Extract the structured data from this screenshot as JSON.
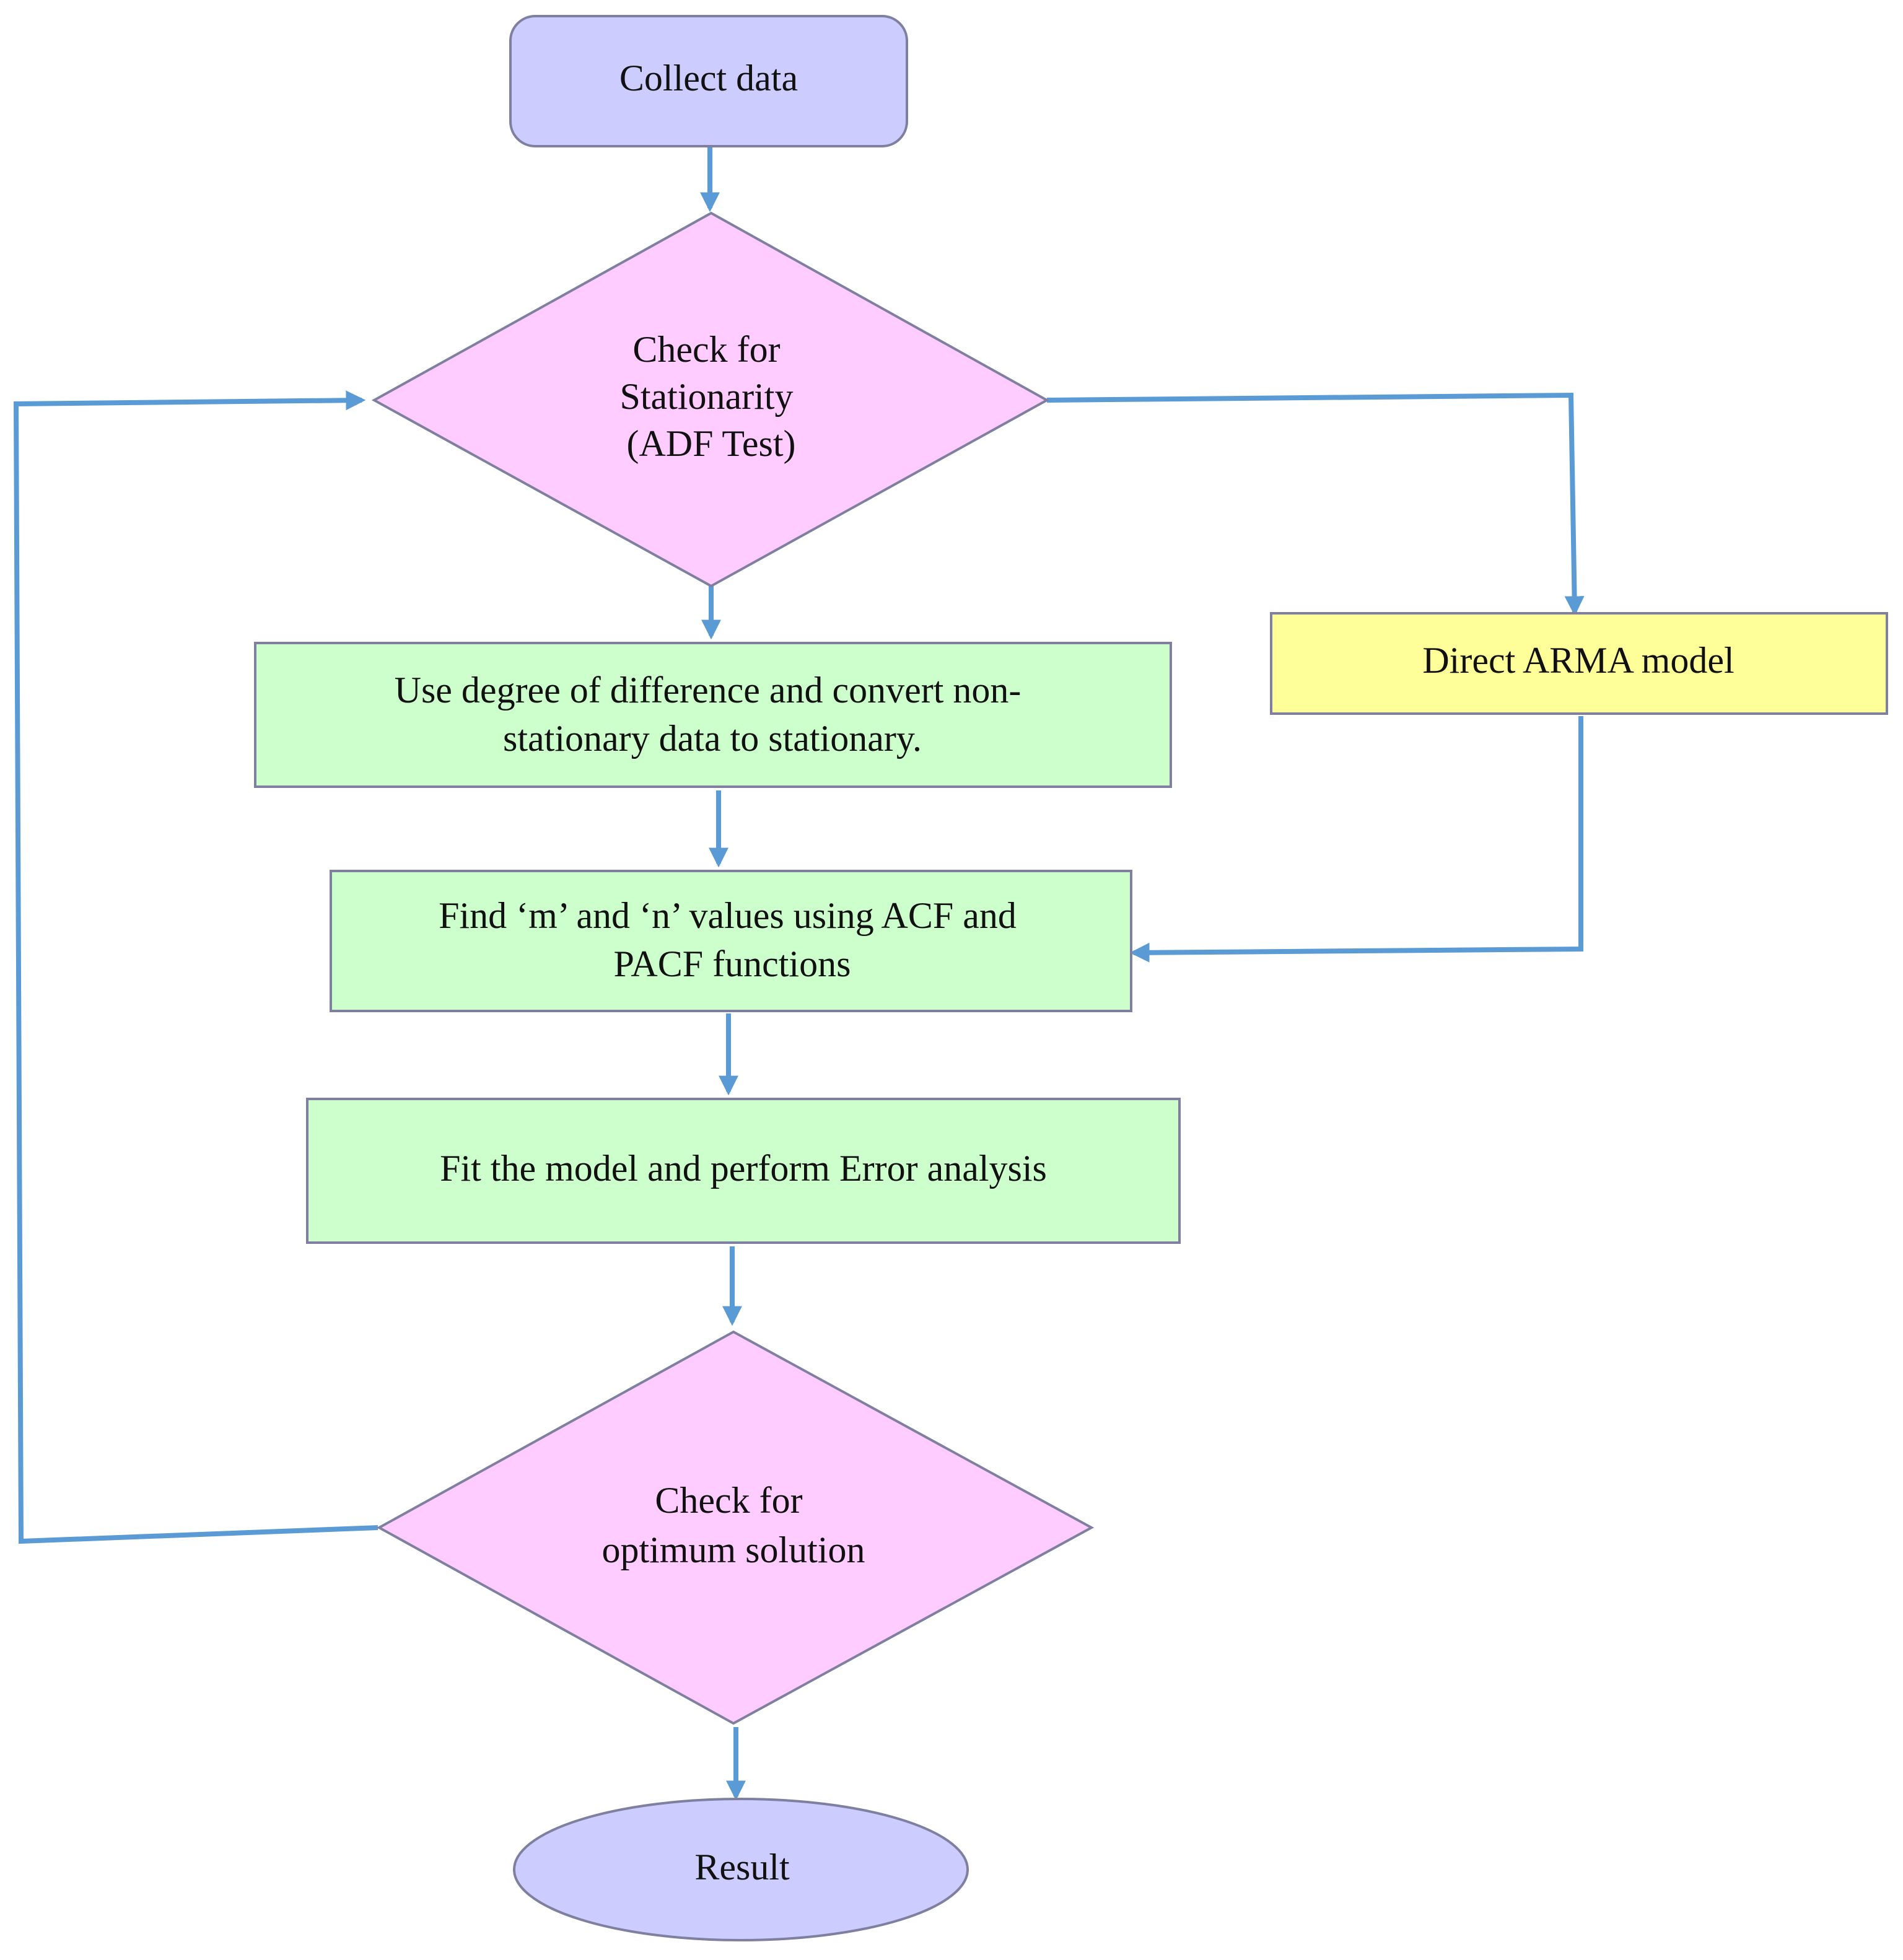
{
  "diagram": {
    "nodes": {
      "collect": {
        "shape": "rounded-rectangle",
        "fill": "#ccccff",
        "lines": [
          "Collect data"
        ]
      },
      "stationarity": {
        "shape": "diamond",
        "fill": "#ffccff",
        "lines": [
          "Check for",
          "Stationarity",
          "(ADF Test)"
        ]
      },
      "difference": {
        "shape": "rectangle",
        "fill": "#ccffcc",
        "lines": [
          "Use degree of difference and convert non-",
          "stationary data to stationary."
        ]
      },
      "arma": {
        "shape": "rectangle",
        "fill": "#ffff99",
        "lines": [
          "Direct ARMA model"
        ]
      },
      "acf": {
        "shape": "rectangle",
        "fill": "#ccffcc",
        "lines": [
          "Find ‘m’ and ‘n’ values using ACF and",
          "PACF functions"
        ]
      },
      "fit": {
        "shape": "rectangle",
        "fill": "#ccffcc",
        "lines": [
          "Fit the model and perform Error analysis"
        ]
      },
      "optimum": {
        "shape": "diamond",
        "fill": "#ffccff",
        "lines": [
          "Check for",
          "optimum solution"
        ]
      },
      "result": {
        "shape": "ellipse",
        "fill": "#ccccff",
        "lines": [
          "Result"
        ]
      }
    },
    "edges": [
      {
        "from": "collect",
        "to": "stationarity"
      },
      {
        "from": "stationarity",
        "to": "difference"
      },
      {
        "from": "stationarity",
        "to": "arma"
      },
      {
        "from": "difference",
        "to": "acf"
      },
      {
        "from": "arma",
        "to": "acf"
      },
      {
        "from": "acf",
        "to": "fit"
      },
      {
        "from": "fit",
        "to": "optimum"
      },
      {
        "from": "optimum",
        "to": "result"
      },
      {
        "from": "optimum",
        "to": "stationarity"
      }
    ],
    "colors": {
      "connector": "#5b9bd5",
      "shape_border": "#7f7f9f",
      "text": "#111111"
    }
  }
}
